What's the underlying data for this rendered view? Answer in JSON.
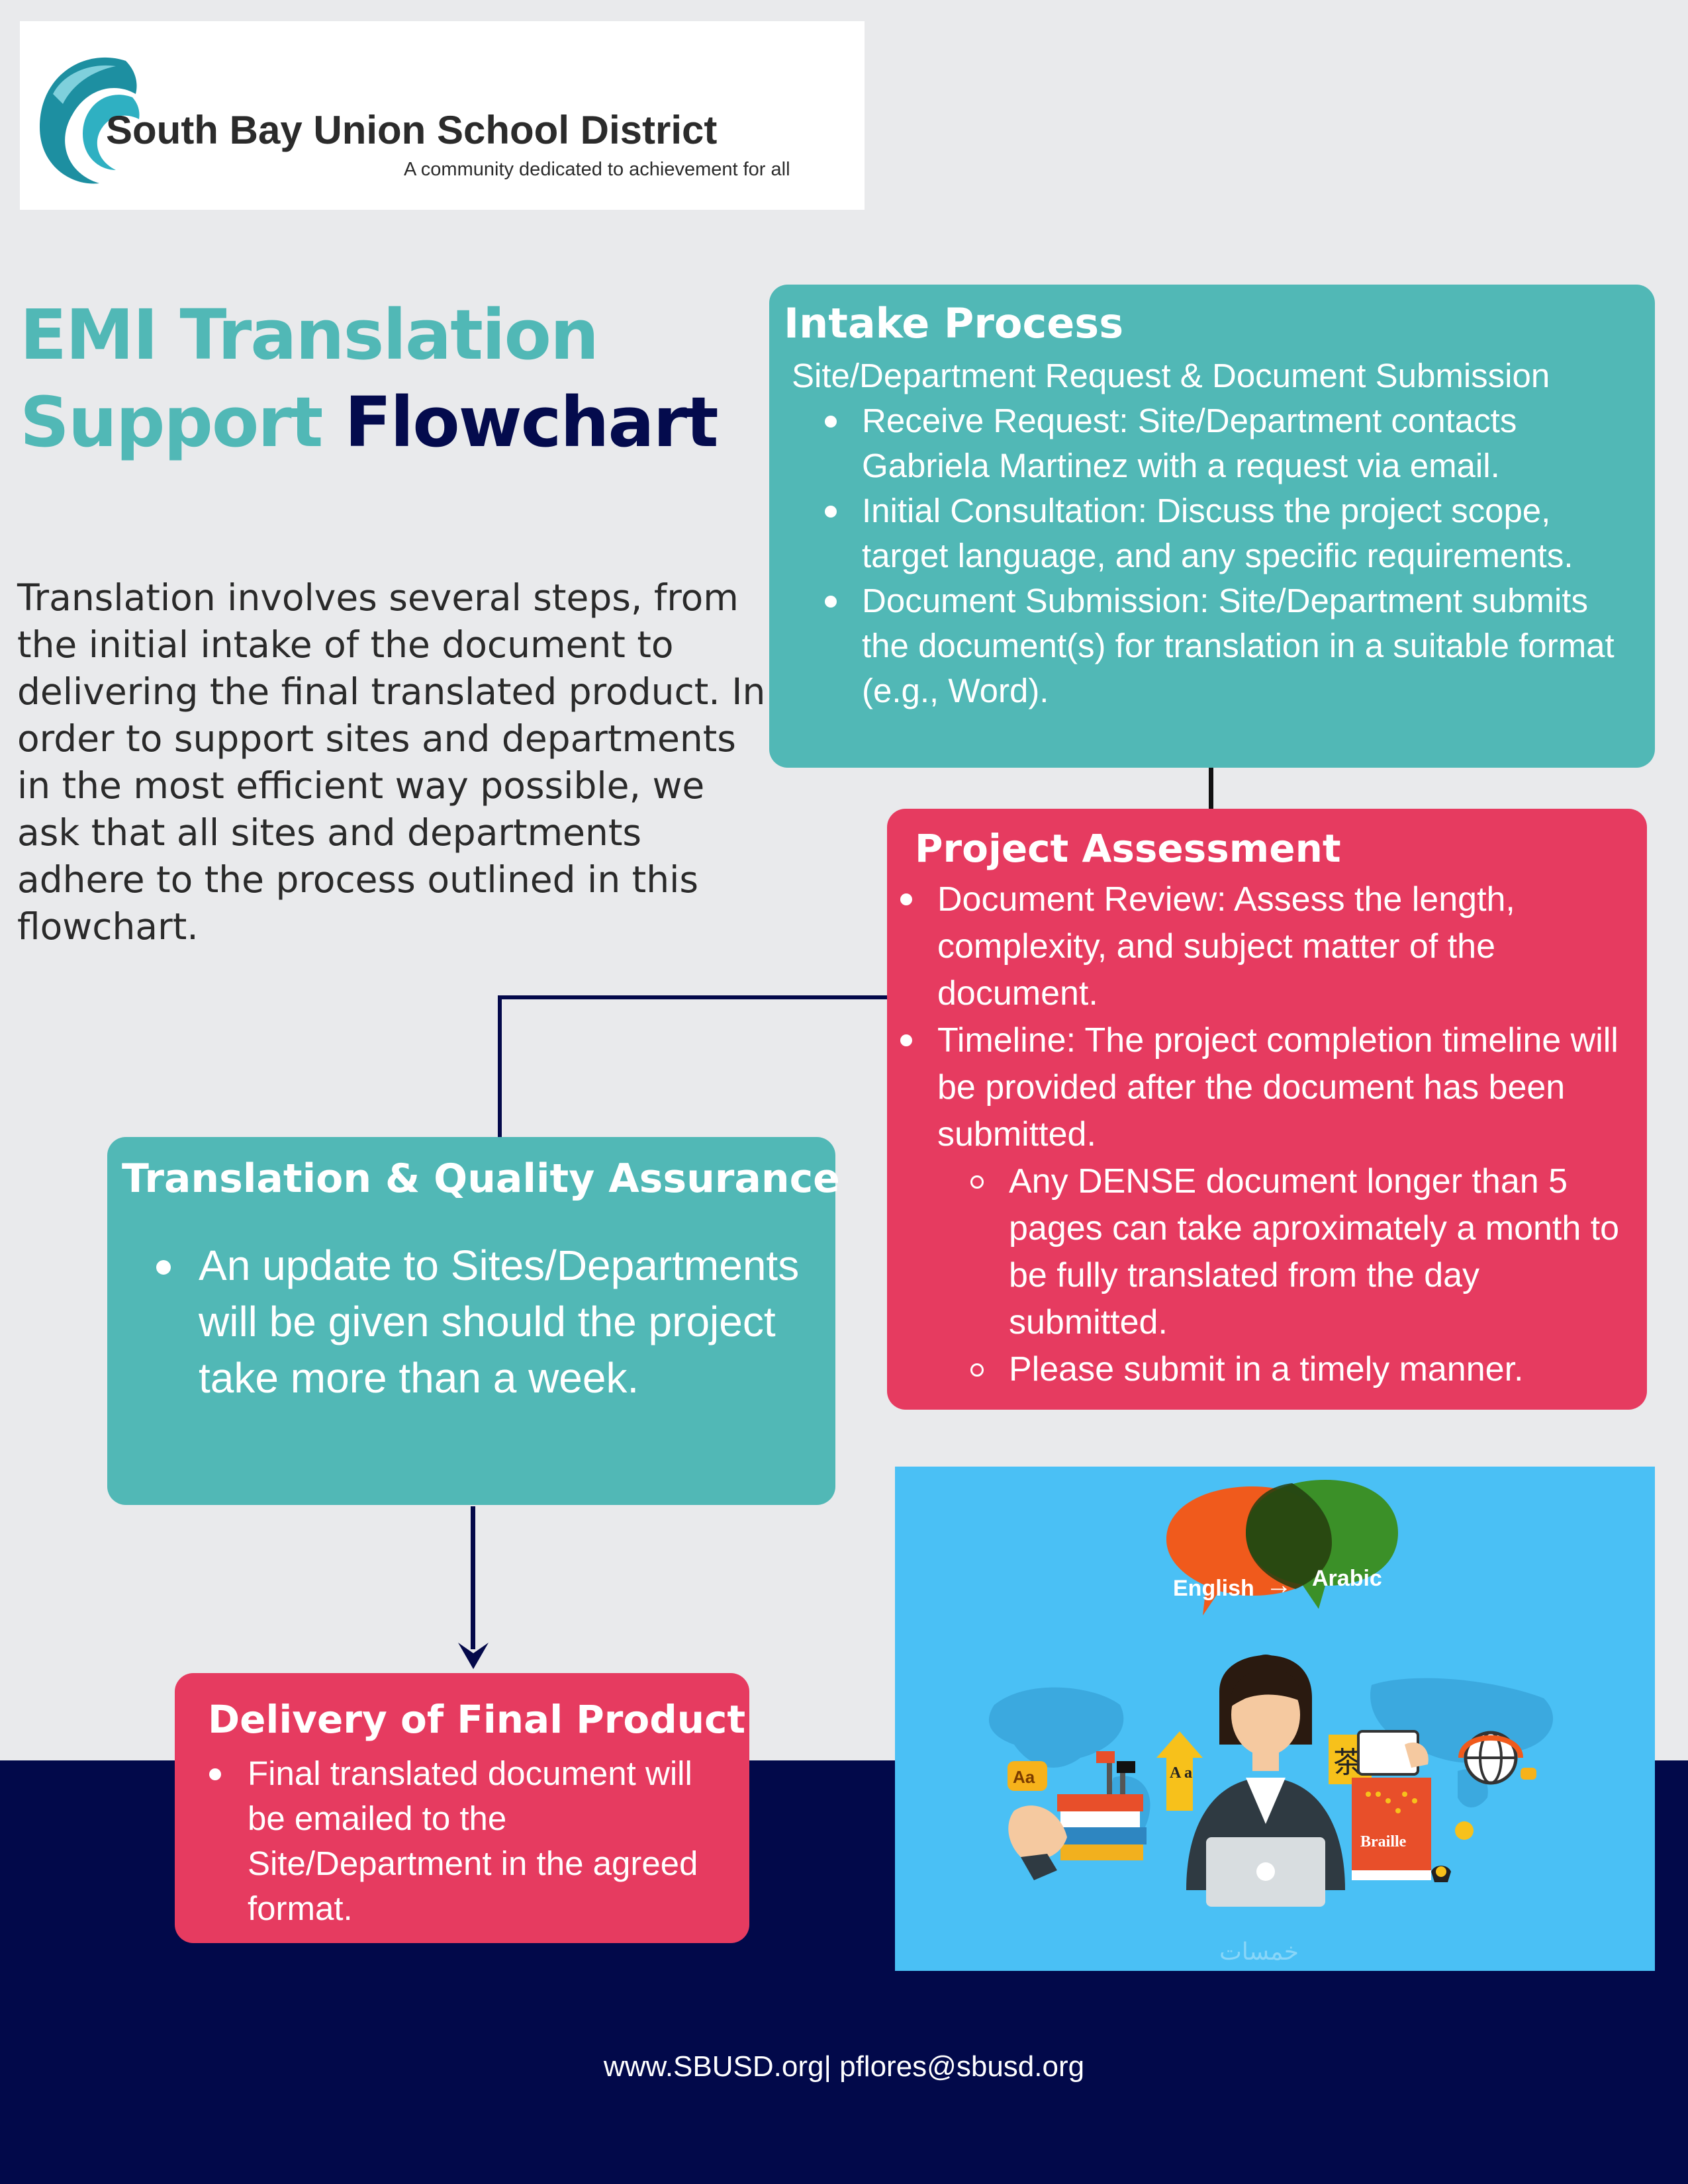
{
  "logo": {
    "name": "South Bay Union School District",
    "tagline": "A community dedicated to achievement for all"
  },
  "title": {
    "line1": "EMI Translation",
    "line2_teal": "Support",
    "line2_navy": "Flowchart"
  },
  "intro": "Translation involves several steps, from the initial intake of the document to delivering the final translated product. In order to support sites and departments in the most efficient way possible, we ask that all sites and departments adhere to the process outlined in this flowchart.",
  "intake": {
    "heading": "Intake Process",
    "subheading": "Site/Department Request & Document Submission",
    "items": [
      "Receive Request: Site/Department contacts Gabriela Martinez with a request via email.",
      "Initial Consultation: Discuss the project scope, target language,  and any specific requirements.",
      "Document Submission: Site/Department submits the document(s) for translation in a suitable format (e.g., Word)."
    ]
  },
  "assessment": {
    "heading": "Project Assessment",
    "items": [
      "Document Review: Assess the length, complexity, and subject matter of the document.",
      "Timeline: The project completion timeline will be provided after the document has been submitted."
    ],
    "subitems": [
      "Any DENSE document longer than 5 pages can take aproximately a month to be fully translated from the day submitted.",
      "Please submit in a timely manner."
    ]
  },
  "translation_qa": {
    "heading": "Translation & Quality Assurance",
    "items": [
      "An update to Sites/Departments will be given should the project take more than a week."
    ]
  },
  "delivery": {
    "heading": "Delivery of Final Product",
    "items": [
      "Final translated document will be emailed to the Site/Department in the agreed format."
    ]
  },
  "illustration": {
    "bubble_left": "English",
    "bubble_arrow": "→",
    "bubble_right": "Arabic",
    "book_a": "Aa",
    "card_a": "A a",
    "card_cjk": "茶",
    "braille": "Braille",
    "watermark": "خمسات"
  },
  "footer": "www.SBUSD.org| pflores@sbusd.org",
  "colors": {
    "teal": "#51b8b6",
    "red": "#e63b60",
    "navy": "#02094a",
    "background": "#e9eaec",
    "sky": "#4ac0f5"
  }
}
